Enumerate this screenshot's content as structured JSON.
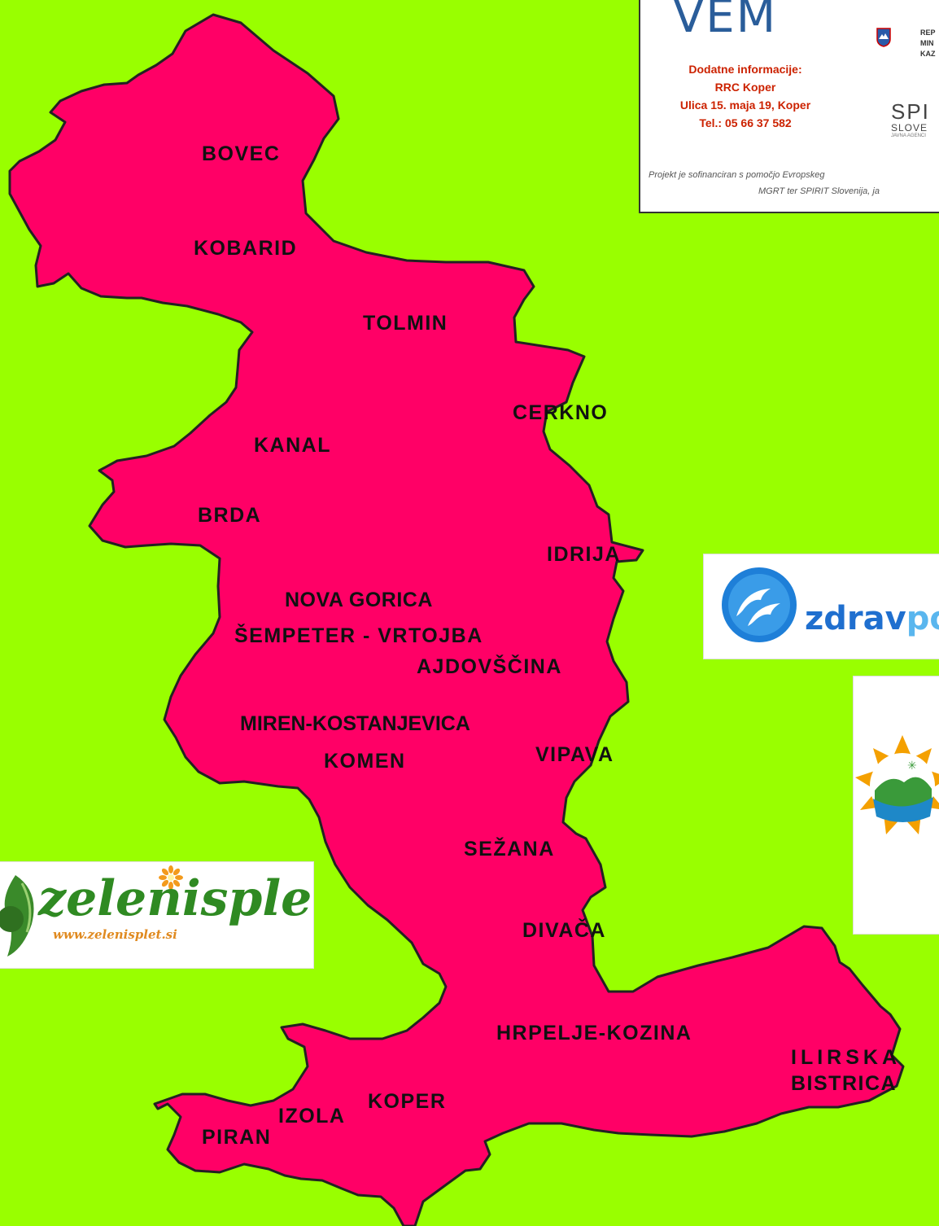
{
  "map": {
    "colors": {
      "background": "#99ff00",
      "region_fill": "#ff0066",
      "outline": "#222222"
    },
    "labels": {
      "bovec": "BOVEC",
      "kobarid": "KOBARID",
      "tolmin": "TOLMIN",
      "cerkno": "CERKNO",
      "kanal": "KANAL",
      "brda": "BRDA",
      "idrija": "IDRIJA",
      "nova_gorica": "NOVA GORICA",
      "sempeter": "ŠEMPETER - VRTOJBA",
      "ajdovscina": "AJDOVŠČINA",
      "miren": "MIREN-KOSTANJEVICA",
      "komen": "KOMEN",
      "vipava": "VIPAVA",
      "sezana": "SEŽANA",
      "divaca": "DIVAČA",
      "hrpelje": "HRPELJE-KOZINA",
      "ilirska_line1": "ILIRSKA",
      "ilirska_line2": "BISTRICA",
      "koper": "KOPER",
      "izola": "IZOLA",
      "piran": "PIRAN"
    }
  },
  "vem_box": {
    "title": "VEM",
    "info_heading": "Dodatne informacije:",
    "info_org": "RRC Koper",
    "info_address": "Ulica 15. maja 19, Koper",
    "info_phone": "Tel.: 05 66 37 582",
    "ministry_lines": [
      "REP",
      "MIN",
      "KAZ"
    ],
    "spirit_line1": "SPI",
    "spirit_line2": "SLOVE",
    "spirit_line3": "JAVNA AGENCI",
    "footer_line1": "Projekt je sofinanciran s pomočjo Evropskeg",
    "footer_line2": "MGRT ter SPIRIT Slovenija, ja"
  },
  "logos": {
    "zdrav_bold": "zdrav",
    "zdrav_light": "po",
    "zeleni_word": "zelenisplet",
    "zeleni_url": "www.zelenisplet.si"
  }
}
